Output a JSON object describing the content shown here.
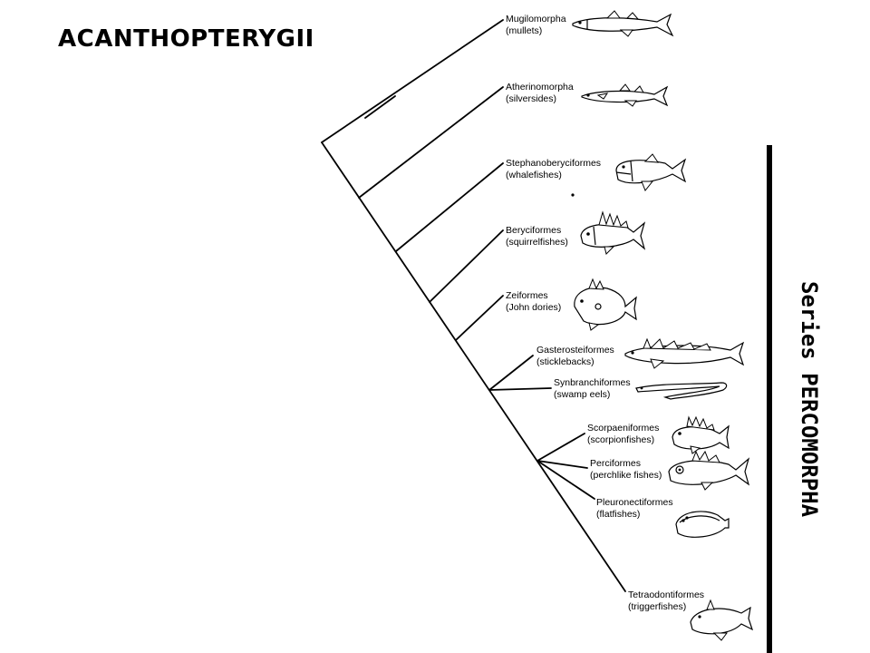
{
  "title": "ACANTHOPTERYGII",
  "series_label": "Series PERCOMORPHA",
  "taxa": [
    {
      "name": "Mugilomorpha",
      "common": "(mullets)",
      "icon": "mullet-icon"
    },
    {
      "name": "Atherinomorpha",
      "common": "(silversides)",
      "icon": "silverside-icon"
    },
    {
      "name": "Stephanoberyciformes",
      "common": "(whalefishes)",
      "icon": "whalefish-icon"
    },
    {
      "name": "Beryciformes",
      "common": "(squirrelfishes)",
      "icon": "squirrelfish-icon"
    },
    {
      "name": "Zeiformes",
      "common": "(John dories)",
      "icon": "john-dory-icon"
    },
    {
      "name": "Gasterosteiformes",
      "common": "(sticklebacks)",
      "icon": "stickleback-icon"
    },
    {
      "name": "Synbranchiformes",
      "common": "(swamp eels)",
      "icon": "swamp-eel-icon"
    },
    {
      "name": "Scorpaeniformes",
      "common": "(scorpionfishes)",
      "icon": "scorpionfish-icon"
    },
    {
      "name": "Perciformes",
      "common": "(perchlike fishes)",
      "icon": "perch-icon"
    },
    {
      "name": "Pleuronectiformes",
      "common": "(flatfishes)",
      "icon": "flatfish-icon"
    },
    {
      "name": "Tetraodontiformes",
      "common": "(triggerfishes)",
      "icon": "triggerfish-icon"
    }
  ]
}
